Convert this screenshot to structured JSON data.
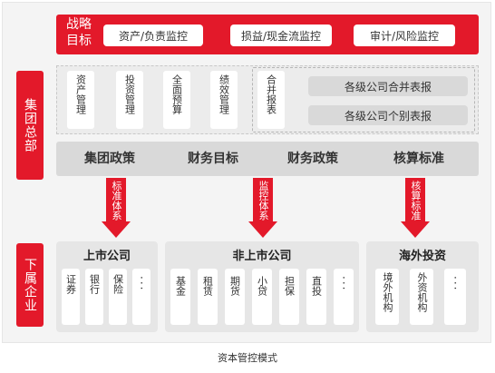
{
  "strategy": {
    "label": "战略\n目标",
    "items": [
      "资产/负责监控",
      "损益/现金流监控",
      "审计/风险监控"
    ]
  },
  "group_hq": {
    "label": "集团总部",
    "functions": [
      "资产管理",
      "投资管理",
      "全面预算",
      "绩效管理",
      "合并报表"
    ],
    "reports": [
      "各级公司合并表报",
      "各级公司个别表报"
    ],
    "policies": [
      "集团政策",
      "财务目标",
      "财务政策",
      "核算标准"
    ]
  },
  "arrows": [
    "标准体系",
    "监控体系",
    "核算标准"
  ],
  "subsidiaries": {
    "label": "下属企业",
    "groups": [
      {
        "title": "上市公司",
        "items": [
          "证券",
          "银行",
          "保险",
          "···"
        ]
      },
      {
        "title": "非上市公司",
        "items": [
          "基金",
          "租赁",
          "期货",
          "小贷",
          "担保",
          "直投",
          "···"
        ]
      },
      {
        "title": "海外投资",
        "items": [
          "境外机构",
          "外资机构",
          "···"
        ]
      }
    ]
  },
  "caption": "资本管控模式",
  "colors": {
    "accent": "#e3192a",
    "panel": "#e6e6e6",
    "bar": "#d9d9d9"
  }
}
